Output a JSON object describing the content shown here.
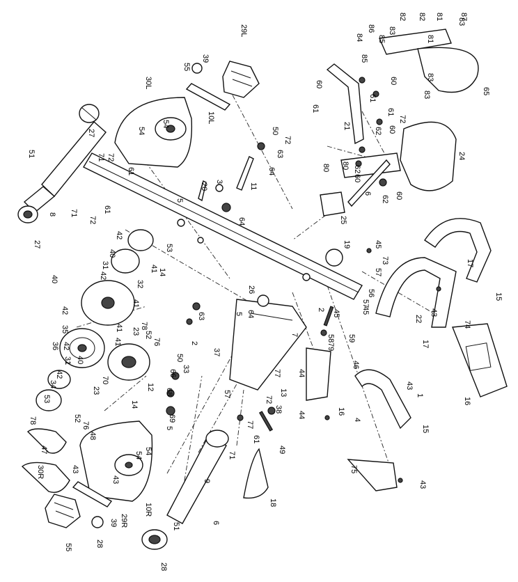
{
  "diagram": {
    "labels": [
      "82",
      "82",
      "86",
      "81",
      "87",
      "83",
      "83",
      "84",
      "85",
      "81",
      "85",
      "60",
      "61",
      "21",
      "72",
      "65",
      "83",
      "83",
      "60",
      "61",
      "61",
      "60",
      "62",
      "80",
      "80",
      "62",
      "60",
      "24",
      "62",
      "60",
      "6",
      "25",
      "15",
      "17",
      "19",
      "45",
      "73",
      "57",
      "22",
      "43",
      "74",
      "17",
      "16",
      "15",
      "1",
      "43",
      "43",
      "75",
      "44",
      "44",
      "16",
      "4",
      "58",
      "46",
      "45",
      "57",
      "56",
      "2",
      "45",
      "79",
      "59",
      "29L",
      "39",
      "55",
      "30L",
      "54",
      "54",
      "10L",
      "27",
      "51",
      "71",
      "72",
      "61",
      "8",
      "71",
      "72",
      "61",
      "27",
      "50",
      "72",
      "63",
      "64",
      "3",
      "11",
      "20",
      "5",
      "64",
      "42",
      "40",
      "53",
      "14",
      "31",
      "41",
      "42",
      "32",
      "40",
      "41",
      "26",
      "5",
      "41",
      "42",
      "23",
      "78",
      "52",
      "76",
      "35",
      "36",
      "42",
      "41",
      "31",
      "40",
      "42",
      "34",
      "12",
      "70",
      "14",
      "53",
      "78",
      "76",
      "23",
      "52",
      "48",
      "47",
      "30R",
      "43",
      "54",
      "54",
      "43",
      "10R",
      "29R",
      "55",
      "39",
      "28",
      "9",
      "51",
      "6",
      "66",
      "33",
      "68",
      "69",
      "5",
      "64",
      "63",
      "2",
      "50",
      "37",
      "7",
      "57",
      "13",
      "77",
      "77",
      "38",
      "72",
      "71",
      "61",
      "49",
      "18",
      "28"
    ],
    "colors": {
      "ink": "#111111",
      "background": "#ffffff"
    }
  }
}
